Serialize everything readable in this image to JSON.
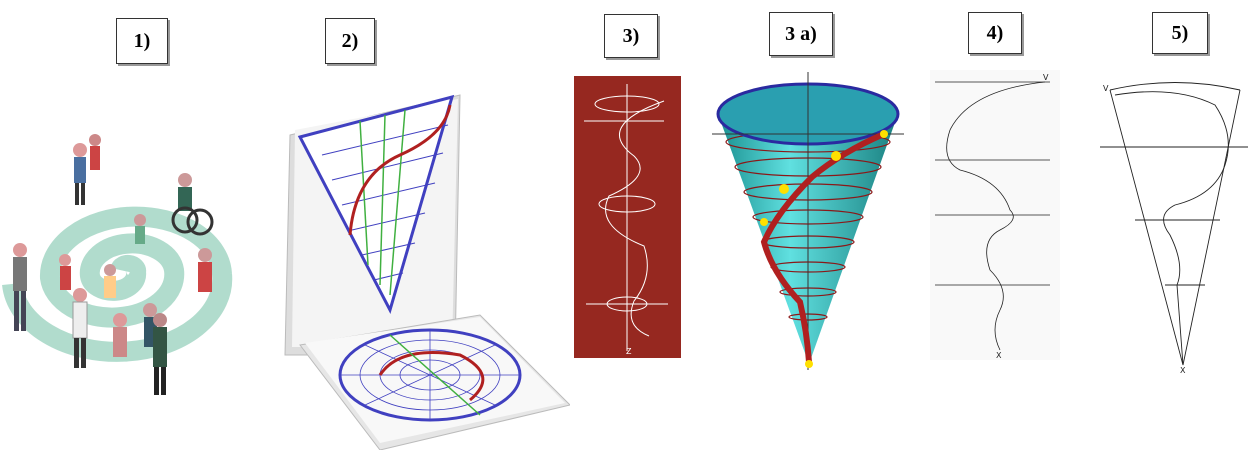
{
  "labels": {
    "p1": "1)",
    "p2": "2)",
    "p3": "3)",
    "p3a": "3 a)",
    "p4": "4)",
    "p5": "5)"
  },
  "colors": {
    "spiral": "#a8d8c8",
    "cone": "#40c0c0",
    "cone_rim": "#2a2aa0",
    "helix": "#b02020",
    "panel3_bg": "#962820",
    "marker": "#ffe000",
    "diagram_blue": "#4040c0",
    "diagram_green": "#40b040"
  }
}
